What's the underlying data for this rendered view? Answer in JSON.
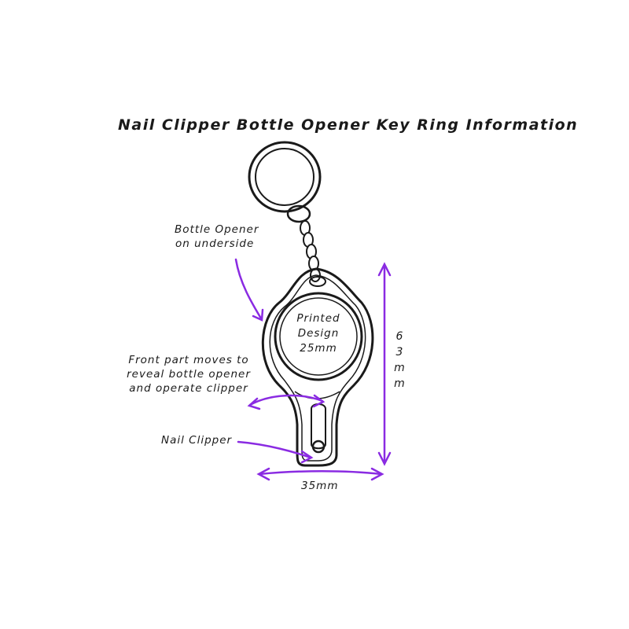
{
  "title": "Nail Clipper Bottle Opener Key Ring Information",
  "labels": {
    "bottle_opener": [
      "Bottle Opener",
      "on underside"
    ],
    "front_part": [
      "Front part moves to",
      "reveal bottle opener",
      "and operate clipper"
    ],
    "nail_clipper": "Nail Clipper",
    "printed_design": [
      "Printed",
      "Design",
      "25mm"
    ],
    "width": "35mm",
    "height_chars": [
      "6",
      "3",
      "m",
      "m"
    ]
  },
  "colors": {
    "ink": "#1a1a1a",
    "accent": "#8a2be2"
  }
}
